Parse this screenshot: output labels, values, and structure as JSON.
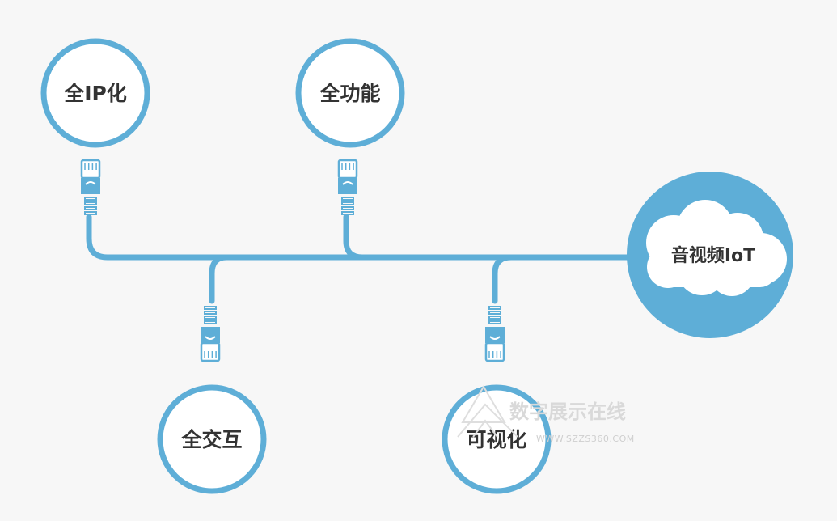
{
  "colors": {
    "accent": "#5eaed7",
    "node_fill": "#ffffff",
    "cloud_fill": "#ffffff",
    "text": "#333333"
  },
  "hub": {
    "label": "音视频IoT"
  },
  "nodes": [
    {
      "id": "full-ip",
      "label": "全IP化"
    },
    {
      "id": "full-function",
      "label": "全功能"
    },
    {
      "id": "full-interaction",
      "label": "全交互"
    },
    {
      "id": "visualization",
      "label": "可视化"
    }
  ],
  "watermark": {
    "title": "数字展示在线",
    "url": "WWW.SZZS360.COM"
  }
}
